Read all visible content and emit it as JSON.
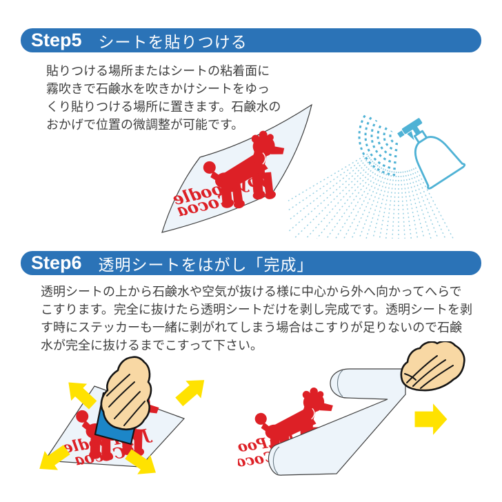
{
  "steps": [
    {
      "badge": "Step5",
      "title": "シートを貼りつける",
      "lines": [
        "貼りつける場所またはシートの粘着面に",
        "霧吹きで石鹸水を吹きかけシートをゆっ",
        "くり貼りつける場所に置きます。石鹸水の",
        "おかげで位置の微調整が可能です。"
      ]
    },
    {
      "badge": "Step6",
      "title": "透明シートをはがし「完成」",
      "lines": [
        "透明シートの上から石鹸水や空気が抜ける様に中心から外へ向かってへらで",
        "こすります。完全に抜けたら透明シートだけを剥し完成です。透明シートを剥",
        "す時にステッカーも一緒に剥がれてしまう場合はこすりが足りないので石鹸",
        "水が完全に抜けるまでこすって下さい。"
      ]
    }
  ],
  "sticker_design": {
    "line1": "Joy,Poodle",
    "line2": "Cocoa"
  },
  "colors": {
    "bar_blue": "#2b73b7",
    "design_red": "#dd2026",
    "arrow_yellow": "#ffe200",
    "spray_blue": "#4fb2d5",
    "spray_dot": "#96cfe2",
    "sheet_fill": "#edf4fa",
    "skin": "#f8d8a4",
    "squeegee_blue": "#1c86c8",
    "body_text": "#3d3d3d"
  }
}
